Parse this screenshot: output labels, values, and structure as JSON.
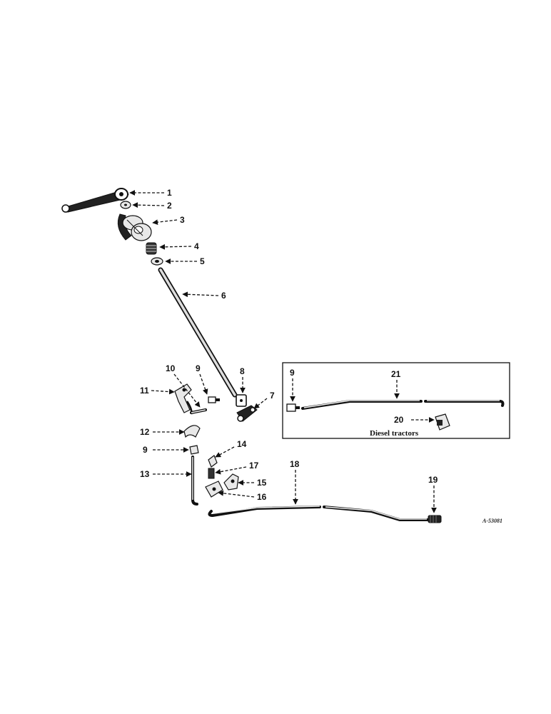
{
  "callouts": [
    "1",
    "2",
    "3",
    "4",
    "5",
    "6",
    "7",
    "8",
    "9",
    "10",
    "11",
    "12",
    "9",
    "13",
    "14",
    "15",
    "16",
    "17",
    "18",
    "19",
    "9",
    "21",
    "20"
  ],
  "inset": {
    "caption": "Diesel tractors"
  },
  "figure_code": "A-53081"
}
